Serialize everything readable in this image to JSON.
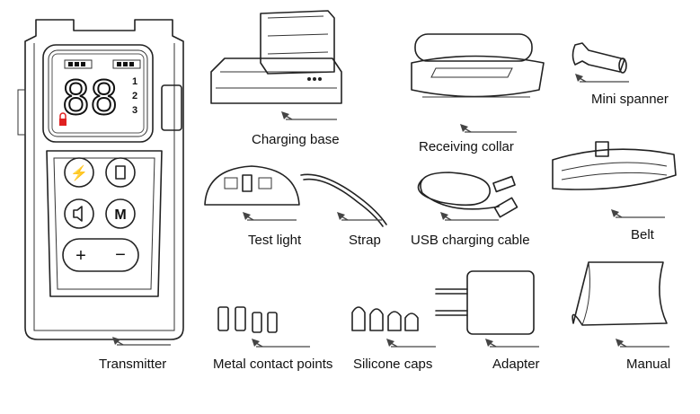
{
  "items": [
    {
      "id": "transmitter",
      "label": "Transmitter"
    },
    {
      "id": "charging-base",
      "label": "Charging base"
    },
    {
      "id": "receiving-collar",
      "label": "Receiving collar"
    },
    {
      "id": "mini-spanner",
      "label": "Mini spanner"
    },
    {
      "id": "belt",
      "label": "Belt"
    },
    {
      "id": "test-light",
      "label": "Test light"
    },
    {
      "id": "strap",
      "label": "Strap"
    },
    {
      "id": "usb-cable",
      "label": "USB charging cable"
    },
    {
      "id": "metal-contact-points",
      "label": "Metal contact points"
    },
    {
      "id": "silicone-caps",
      "label": "Silicone caps"
    },
    {
      "id": "adapter",
      "label": "Adapter"
    },
    {
      "id": "manual",
      "label": "Manual"
    }
  ],
  "display": {
    "digits": "88",
    "channels": [
      "1",
      "2",
      "3"
    ],
    "lock_color": "#e02020"
  }
}
